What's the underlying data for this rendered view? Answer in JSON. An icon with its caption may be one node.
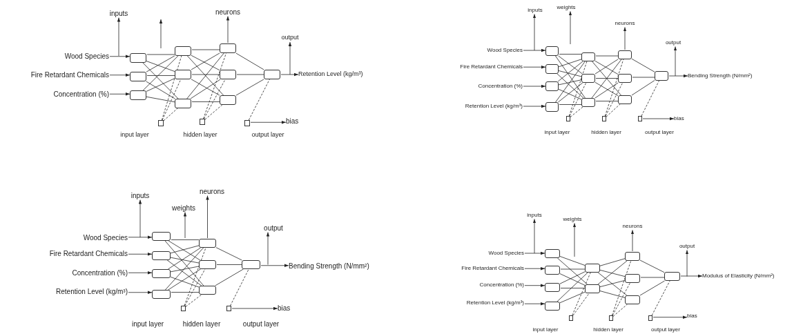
{
  "diagram": {
    "nodes": [
      {
        "text": [
          "inputs"
        ]
      },
      {
        "text": [
          "neurons"
        ]
      },
      {
        "text": [
          "output"
        ]
      },
      {
        "text": [
          "Wood Species"
        ]
      },
      {
        "text": [
          "Fire Retardant Chemicals"
        ]
      },
      {
        "text": [
          "Concentration (%)"
        ]
      },
      {
        "text": [],
        "shape": "box"
      },
      {
        "text": [],
        "shape": "box"
      },
      {
        "text": [],
        "shape": "box"
      },
      {
        "text": [],
        "shape": "box"
      },
      {
        "text": [],
        "shape": "box"
      },
      {
        "text": [],
        "shape": "box"
      },
      {
        "text": [],
        "shape": "box"
      },
      {
        "text": [],
        "shape": "box"
      },
      {
        "text": [],
        "shape": "box"
      },
      {
        "text": [],
        "shape": "box"
      },
      {
        "text": [
          "Retention Level (kg/m³)"
        ]
      },
      {
        "text": [],
        "shape": "square"
      },
      {
        "text": [],
        "shape": "square"
      },
      {
        "text": [],
        "shape": "square"
      },
      {
        "text": [
          "bias"
        ]
      },
      {
        "text": [
          "inputs"
        ]
      },
      {
        "text": [
          "weights"
        ]
      },
      {
        "text": [
          "neurons"
        ]
      },
      {
        "text": [
          "output"
        ]
      },
      {
        "text": [
          "Wood Species"
        ]
      },
      {
        "text": [
          "Fire Retardant Chemicals"
        ]
      },
      {
        "text": [
          "Concentration (%)"
        ]
      },
      {
        "text": [
          "Retention Level (kg/m³)"
        ]
      },
      {
        "text": [],
        "shape": "box"
      },
      {
        "text": [],
        "shape": "box"
      },
      {
        "text": [],
        "shape": "box"
      },
      {
        "text": [],
        "shape": "box"
      },
      {
        "text": [],
        "shape": "box"
      },
      {
        "text": [],
        "shape": "box"
      },
      {
        "text": [],
        "shape": "box"
      },
      {
        "text": [],
        "shape": "box"
      },
      {
        "text": [],
        "shape": "box"
      },
      {
        "text": [],
        "shape": "box"
      },
      {
        "text": [],
        "shape": "box"
      },
      {
        "text": [
          "Bending Strength (N/mm²)"
        ]
      },
      {
        "text": [],
        "shape": "square"
      },
      {
        "text": [],
        "shape": "square"
      },
      {
        "text": [],
        "shape": "square"
      },
      {
        "text": [
          "bias"
        ]
      },
      {
        "text": [
          "inputs"
        ]
      },
      {
        "text": [
          "weights"
        ]
      },
      {
        "text": [
          "neurons"
        ]
      },
      {
        "text": [
          "output"
        ]
      },
      {
        "text": [
          "Wood Species"
        ]
      },
      {
        "text": [
          "Fire Retardant Chemicals"
        ]
      },
      {
        "text": [
          "Concentration (%)"
        ]
      },
      {
        "text": [
          "Retention Level (kg/m³)"
        ]
      },
      {
        "text": [],
        "shape": "box"
      },
      {
        "text": [],
        "shape": "box"
      },
      {
        "text": [],
        "shape": "box"
      },
      {
        "text": [],
        "shape": "box"
      },
      {
        "text": [],
        "shape": "box"
      },
      {
        "text": [],
        "shape": "box"
      },
      {
        "text": [],
        "shape": "box"
      },
      {
        "text": [],
        "shape": "box"
      },
      {
        "text": [
          "Bending Strength (N/mm²)"
        ]
      },
      {
        "text": [],
        "shape": "square"
      },
      {
        "text": [],
        "shape": "square"
      },
      {
        "text": [
          "bias"
        ]
      },
      {
        "text": [
          "inputs"
        ]
      },
      {
        "text": [
          "weights"
        ]
      },
      {
        "text": [
          "neurons"
        ]
      },
      {
        "text": [
          "output"
        ]
      },
      {
        "text": [
          "Wood Species"
        ]
      },
      {
        "text": [
          "Fire Retardant Chemicals"
        ]
      },
      {
        "text": [
          "Concentration (%)"
        ]
      },
      {
        "text": [
          "Retention Level (kg/m³)"
        ]
      },
      {
        "text": [],
        "shape": "box"
      },
      {
        "text": [],
        "shape": "box"
      },
      {
        "text": [],
        "shape": "box"
      },
      {
        "text": [],
        "shape": "box"
      },
      {
        "text": [],
        "shape": "box"
      },
      {
        "text": [],
        "shape": "box"
      },
      {
        "text": [],
        "shape": "box"
      },
      {
        "text": [],
        "shape": "box"
      },
      {
        "text": [],
        "shape": "box"
      },
      {
        "text": [],
        "shape": "box"
      },
      {
        "text": [
          "Modulus of Elasticity (N/mm²)"
        ]
      },
      {
        "text": [],
        "shape": "square"
      },
      {
        "text": [],
        "shape": "square"
      },
      {
        "text": [],
        "shape": "square"
      },
      {
        "text": [
          "bias"
        ]
      }
    ],
    "edges": [
      {
        "from": 3,
        "to": 0,
        "arrow": "to"
      },
      {
        "from": 12,
        "to": 1,
        "arrow": "to"
      },
      {
        "from": 16,
        "to": 2,
        "arrow": "to"
      },
      {
        "from": 3,
        "to": 6,
        "arrow": "to"
      },
      {
        "from": 4,
        "to": 7,
        "arrow": "to"
      },
      {
        "from": 5,
        "to": 8,
        "arrow": "to"
      },
      {
        "from": 6,
        "to": 9,
        "arrow": "none"
      },
      {
        "from": 6,
        "to": 10,
        "arrow": "none"
      },
      {
        "from": 6,
        "to": 11,
        "arrow": "none"
      },
      {
        "from": 7,
        "to": 9,
        "arrow": "none"
      },
      {
        "from": 7,
        "to": 10,
        "arrow": "none"
      },
      {
        "from": 7,
        "to": 11,
        "arrow": "none"
      },
      {
        "from": 8,
        "to": 9,
        "arrow": "none"
      },
      {
        "from": 8,
        "to": 10,
        "arrow": "none"
      },
      {
        "from": 8,
        "to": 11,
        "arrow": "none"
      },
      {
        "from": 9,
        "to": 12,
        "arrow": "none"
      },
      {
        "from": 9,
        "to": 13,
        "arrow": "none"
      },
      {
        "from": 9,
        "to": 14,
        "arrow": "none"
      },
      {
        "from": 10,
        "to": 12,
        "arrow": "none"
      },
      {
        "from": 10,
        "to": 13,
        "arrow": "none"
      },
      {
        "from": 10,
        "to": 14,
        "arrow": "none"
      },
      {
        "from": 11,
        "to": 12,
        "arrow": "none"
      },
      {
        "from": 11,
        "to": 13,
        "arrow": "none"
      },
      {
        "from": 11,
        "to": 14,
        "arrow": "none"
      },
      {
        "from": 12,
        "to": 15,
        "arrow": "none"
      },
      {
        "from": 13,
        "to": 15,
        "arrow": "none"
      },
      {
        "from": 14,
        "to": 15,
        "arrow": "none"
      },
      {
        "from": 15,
        "to": 16,
        "arrow": "to"
      },
      {
        "from": 17,
        "to": 9,
        "arrow": "none",
        "style": "dashed"
      },
      {
        "from": 17,
        "to": 10,
        "arrow": "none",
        "style": "dashed"
      },
      {
        "from": 17,
        "to": 11,
        "arrow": "none",
        "style": "dashed"
      },
      {
        "from": 18,
        "to": 12,
        "arrow": "none",
        "style": "dashed"
      },
      {
        "from": 18,
        "to": 13,
        "arrow": "none",
        "style": "dashed"
      },
      {
        "from": 18,
        "to": 14,
        "arrow": "none",
        "style": "dashed"
      },
      {
        "from": 19,
        "to": 15,
        "arrow": "none",
        "style": "dashed"
      },
      {
        "from": 19,
        "to": 20,
        "arrow": "to"
      },
      {
        "from": 25,
        "to": 21,
        "arrow": "to"
      },
      {
        "from": null,
        "to": 22,
        "arrow": "to"
      },
      {
        "from": 36,
        "to": 23,
        "arrow": "to"
      },
      {
        "from": 40,
        "to": 24,
        "arrow": "to"
      },
      {
        "from": 25,
        "to": 29,
        "arrow": "to"
      },
      {
        "from": 26,
        "to": 30,
        "arrow": "to"
      },
      {
        "from": 27,
        "to": 31,
        "arrow": "to"
      },
      {
        "from": 28,
        "to": 32,
        "arrow": "to"
      },
      {
        "from": 29,
        "to": 33,
        "arrow": "none"
      },
      {
        "from": 29,
        "to": 34,
        "arrow": "none"
      },
      {
        "from": 29,
        "to": 35,
        "arrow": "none"
      },
      {
        "from": 30,
        "to": 33,
        "arrow": "none"
      },
      {
        "from": 30,
        "to": 34,
        "arrow": "none"
      },
      {
        "from": 30,
        "to": 35,
        "arrow": "none"
      },
      {
        "from": 31,
        "to": 33,
        "arrow": "none"
      },
      {
        "from": 31,
        "to": 34,
        "arrow": "none"
      },
      {
        "from": 31,
        "to": 35,
        "arrow": "none"
      },
      {
        "from": 32,
        "to": 33,
        "arrow": "none"
      },
      {
        "from": 32,
        "to": 34,
        "arrow": "none"
      },
      {
        "from": 32,
        "to": 35,
        "arrow": "none"
      },
      {
        "from": 33,
        "to": 36,
        "arrow": "none"
      },
      {
        "from": 33,
        "to": 37,
        "arrow": "none"
      },
      {
        "from": 33,
        "to": 38,
        "arrow": "none"
      },
      {
        "from": 34,
        "to": 36,
        "arrow": "none"
      },
      {
        "from": 34,
        "to": 37,
        "arrow": "none"
      },
      {
        "from": 34,
        "to": 38,
        "arrow": "none"
      },
      {
        "from": 35,
        "to": 36,
        "arrow": "none"
      },
      {
        "from": 35,
        "to": 37,
        "arrow": "none"
      },
      {
        "from": 35,
        "to": 38,
        "arrow": "none"
      },
      {
        "from": 36,
        "to": 39,
        "arrow": "none"
      },
      {
        "from": 37,
        "to": 39,
        "arrow": "none"
      },
      {
        "from": 38,
        "to": 39,
        "arrow": "none"
      },
      {
        "from": 39,
        "to": 40,
        "arrow": "to"
      },
      {
        "from": 41,
        "to": 33,
        "arrow": "none",
        "style": "dashed"
      },
      {
        "from": 41,
        "to": 34,
        "arrow": "none",
        "style": "dashed"
      },
      {
        "from": 41,
        "to": 35,
        "arrow": "none",
        "style": "dashed"
      },
      {
        "from": 42,
        "to": 36,
        "arrow": "none",
        "style": "dashed"
      },
      {
        "from": 42,
        "to": 37,
        "arrow": "none",
        "style": "dashed"
      },
      {
        "from": 42,
        "to": 38,
        "arrow": "none",
        "style": "dashed"
      },
      {
        "from": 43,
        "to": 39,
        "arrow": "none",
        "style": "dashed"
      },
      {
        "from": 43,
        "to": 44,
        "arrow": "to"
      },
      {
        "from": 49,
        "to": 45,
        "arrow": "to"
      },
      {
        "from": null,
        "to": 46,
        "arrow": "to"
      },
      {
        "from": 57,
        "to": 47,
        "arrow": "to"
      },
      {
        "from": 60,
        "to": 48,
        "arrow": "to"
      },
      {
        "from": 49,
        "to": 53,
        "arrow": "to"
      },
      {
        "from": 50,
        "to": 54,
        "arrow": "to"
      },
      {
        "from": 51,
        "to": 55,
        "arrow": "to"
      },
      {
        "from": 52,
        "to": 56,
        "arrow": "to"
      },
      {
        "from": 53,
        "to": 57,
        "arrow": "none"
      },
      {
        "from": 53,
        "to": 58,
        "arrow": "none"
      },
      {
        "from": 53,
        "to": 59,
        "arrow": "none"
      },
      {
        "from": 54,
        "to": 57,
        "arrow": "none"
      },
      {
        "from": 54,
        "to": 58,
        "arrow": "none"
      },
      {
        "from": 54,
        "to": 59,
        "arrow": "none"
      },
      {
        "from": 55,
        "to": 57,
        "arrow": "none"
      },
      {
        "from": 55,
        "to": 58,
        "arrow": "none"
      },
      {
        "from": 55,
        "to": 59,
        "arrow": "none"
      },
      {
        "from": 56,
        "to": 57,
        "arrow": "none"
      },
      {
        "from": 56,
        "to": 58,
        "arrow": "none"
      },
      {
        "from": 56,
        "to": 59,
        "arrow": "none"
      },
      {
        "from": 57,
        "to": 60,
        "arrow": "none"
      },
      {
        "from": 58,
        "to": 60,
        "arrow": "none"
      },
      {
        "from": 59,
        "to": 60,
        "arrow": "none"
      },
      {
        "from": 60,
        "to": 61,
        "arrow": "to"
      },
      {
        "from": 62,
        "to": 57,
        "arrow": "none",
        "style": "dashed"
      },
      {
        "from": 62,
        "to": 58,
        "arrow": "none",
        "style": "dashed"
      },
      {
        "from": 62,
        "to": 59,
        "arrow": "none",
        "style": "dashed"
      },
      {
        "from": 63,
        "to": 60,
        "arrow": "none",
        "style": "dashed"
      },
      {
        "from": 63,
        "to": 64,
        "arrow": "to"
      },
      {
        "from": 69,
        "to": 65,
        "arrow": "to"
      },
      {
        "from": null,
        "to": 66,
        "arrow": "to"
      },
      {
        "from": 79,
        "to": 67,
        "arrow": "to"
      },
      {
        "from": 82,
        "to": 68,
        "arrow": "to"
      },
      {
        "from": 69,
        "to": 73,
        "arrow": "to"
      },
      {
        "from": 70,
        "to": 74,
        "arrow": "to"
      },
      {
        "from": 71,
        "to": 75,
        "arrow": "to"
      },
      {
        "from": 72,
        "to": 76,
        "arrow": "to"
      },
      {
        "from": 73,
        "to": 77,
        "arrow": "none"
      },
      {
        "from": 73,
        "to": 78,
        "arrow": "none"
      },
      {
        "from": 74,
        "to": 77,
        "arrow": "none"
      },
      {
        "from": 74,
        "to": 78,
        "arrow": "none"
      },
      {
        "from": 75,
        "to": 77,
        "arrow": "none"
      },
      {
        "from": 75,
        "to": 78,
        "arrow": "none"
      },
      {
        "from": 76,
        "to": 77,
        "arrow": "none"
      },
      {
        "from": 76,
        "to": 78,
        "arrow": "none"
      },
      {
        "from": 77,
        "to": 79,
        "arrow": "none"
      },
      {
        "from": 77,
        "to": 80,
        "arrow": "none"
      },
      {
        "from": 77,
        "to": 81,
        "arrow": "none"
      },
      {
        "from": 78,
        "to": 79,
        "arrow": "none"
      },
      {
        "from": 78,
        "to": 80,
        "arrow": "none"
      },
      {
        "from": 78,
        "to": 81,
        "arrow": "none"
      },
      {
        "from": 79,
        "to": 82,
        "arrow": "none"
      },
      {
        "from": 80,
        "to": 82,
        "arrow": "none"
      },
      {
        "from": 81,
        "to": 82,
        "arrow": "none"
      },
      {
        "from": 82,
        "to": 83,
        "arrow": "to"
      },
      {
        "from": 84,
        "to": 77,
        "arrow": "none",
        "style": "dashed"
      },
      {
        "from": 84,
        "to": 78,
        "arrow": "none",
        "style": "dashed"
      },
      {
        "from": 85,
        "to": 79,
        "arrow": "none",
        "style": "dashed"
      },
      {
        "from": 85,
        "to": 80,
        "arrow": "none",
        "style": "dashed"
      },
      {
        "from": 85,
        "to": 81,
        "arrow": "none",
        "style": "dashed"
      },
      {
        "from": 86,
        "to": 82,
        "arrow": "none",
        "style": "dashed"
      },
      {
        "from": 86,
        "to": 87,
        "arrow": "to"
      }
    ],
    "labels": [
      "input layer",
      "hidden layer",
      "output layer",
      "input layer",
      "hidden layer",
      "output layer",
      "input layer",
      "hidden layer",
      "output layer",
      "input layer",
      "hidden layer",
      "output layer"
    ]
  }
}
